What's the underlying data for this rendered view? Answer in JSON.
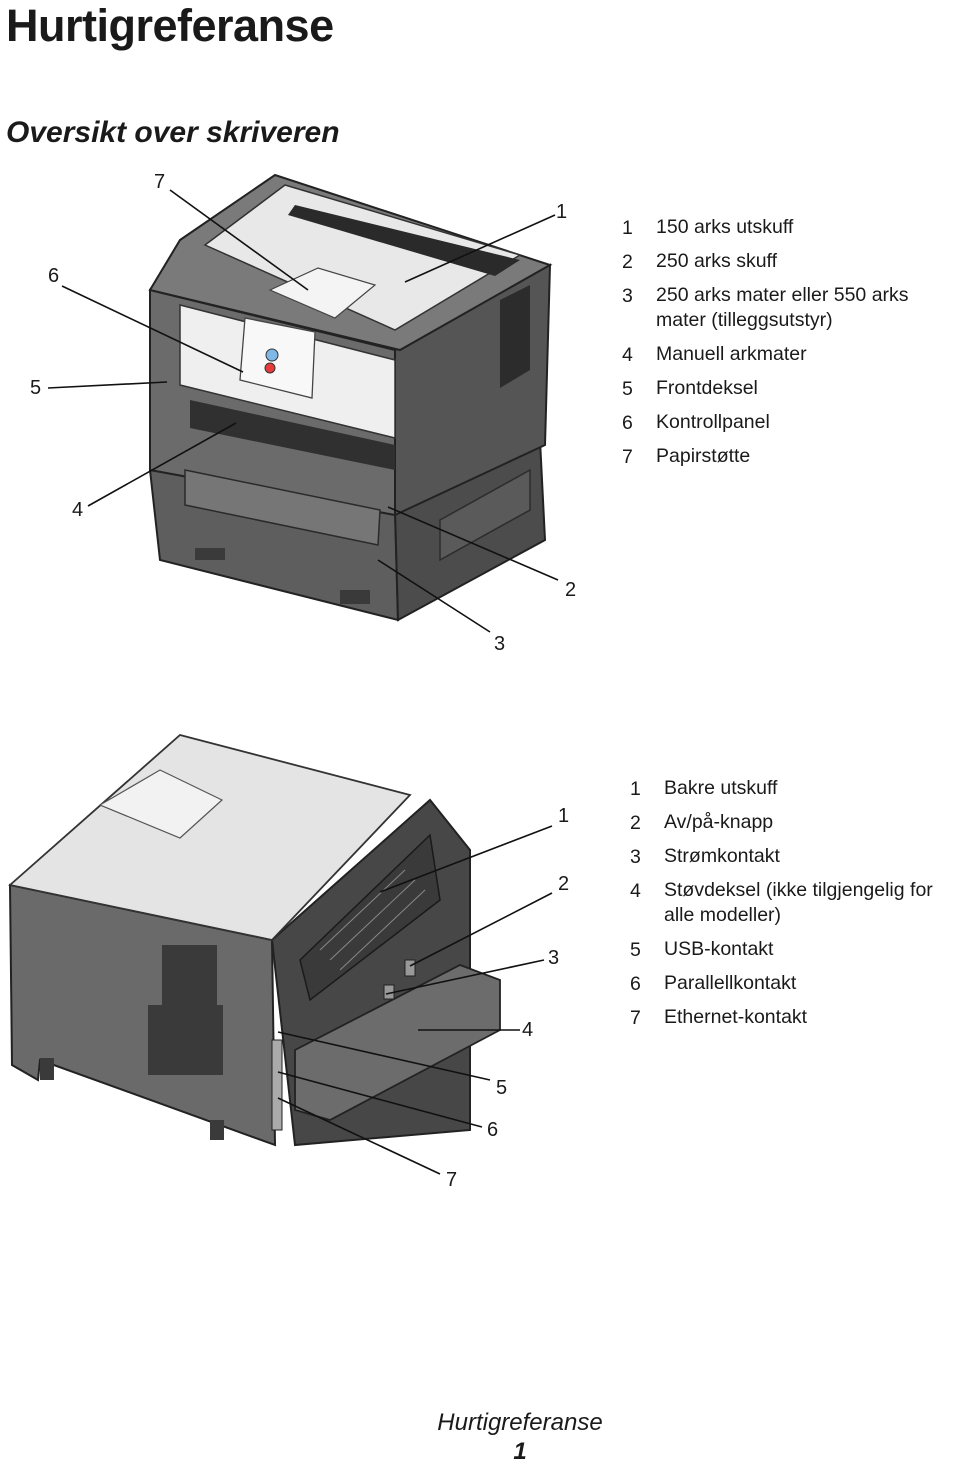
{
  "page_title": "Hurtigreferanse",
  "section_title": "Oversikt over skriveren",
  "front": {
    "callouts": [
      "7",
      "1",
      "6",
      "5",
      "4",
      "2",
      "3"
    ],
    "legend": [
      {
        "num": "1",
        "text": "150 arks utskuff"
      },
      {
        "num": "2",
        "text": "250 arks skuff"
      },
      {
        "num": "3",
        "text": "250 arks mater eller 550 arks mater (tilleggsutstyr)"
      },
      {
        "num": "4",
        "text": "Manuell arkmater"
      },
      {
        "num": "5",
        "text": "Frontdeksel"
      },
      {
        "num": "6",
        "text": "Kontrollpanel"
      },
      {
        "num": "7",
        "text": "Papirstøtte"
      }
    ]
  },
  "back": {
    "callouts": [
      "1",
      "2",
      "3",
      "4",
      "5",
      "6",
      "7"
    ],
    "legend": [
      {
        "num": "1",
        "text": "Bakre utskuff"
      },
      {
        "num": "2",
        "text": "Av/på-knapp"
      },
      {
        "num": "3",
        "text": "Strømkontakt"
      },
      {
        "num": "4",
        "text": "Støvdeksel (ikke tilgjengelig for alle modeller)"
      },
      {
        "num": "5",
        "text": "USB-kontakt"
      },
      {
        "num": "6",
        "text": "Parallellkontakt"
      },
      {
        "num": "7",
        "text": "Ethernet-kontakt"
      }
    ]
  },
  "footer": {
    "title": "Hurtigreferanse",
    "page": "1"
  },
  "colors": {
    "body_dark": "#5b5b5b",
    "body_mid": "#6e6e6e",
    "top_light": "#e6e6e6",
    "panel": "#f2f2f2"
  }
}
